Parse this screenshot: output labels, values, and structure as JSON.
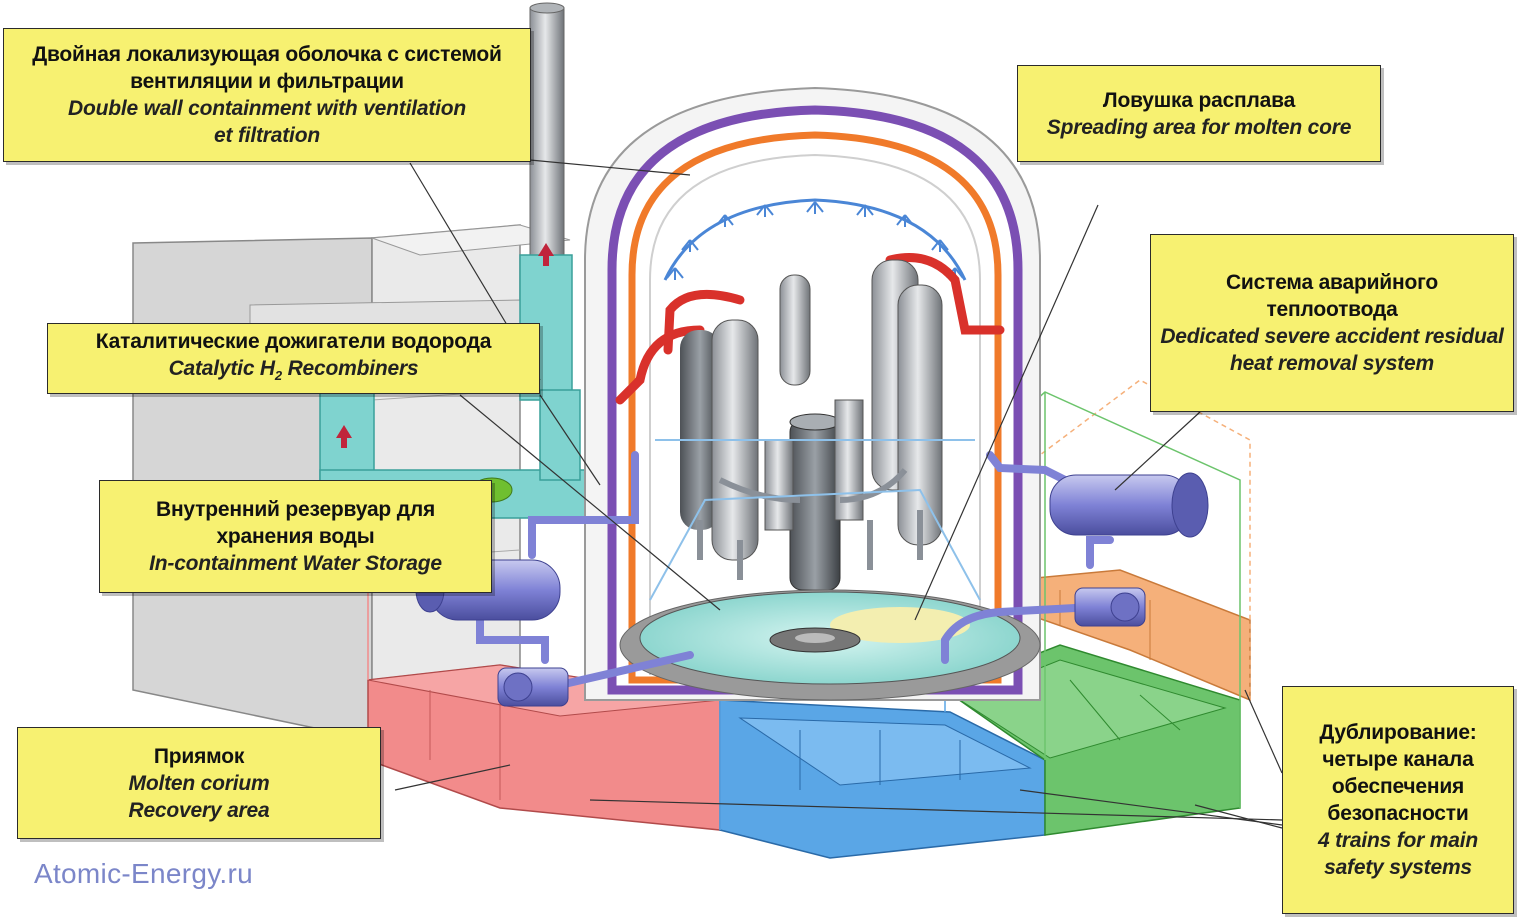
{
  "callouts": {
    "containment": {
      "ru": [
        "Двойная локализующая оболочка с системой",
        "вентиляции и фильтрации"
      ],
      "en": [
        "Double wall containment with ventilation",
        "et filtration"
      ]
    },
    "core_catcher": {
      "ru": [
        "Ловушка расплава"
      ],
      "en": [
        "Spreading area for molten core"
      ]
    },
    "heat_removal": {
      "ru": [
        "Система аварийного",
        "теплоотвода"
      ],
      "en": [
        "Dedicated severe accident residual",
        "heat removal system"
      ]
    },
    "recombiners": {
      "ru": [
        "Каталитические дожигатели водорода"
      ],
      "en_prefix": "Catalytic H",
      "en_sub": "2",
      "en_suffix": " Recombiners"
    },
    "water_storage": {
      "ru": [
        "Внутренний резервуар для",
        "хранения воды"
      ],
      "en": [
        "In-containment Water Storage"
      ]
    },
    "sump": {
      "ru": [
        "Приямок"
      ],
      "en": [
        "Molten corium",
        "Recovery area"
      ]
    },
    "redundancy": {
      "ru": [
        "Дублирование:",
        "четыре канала",
        "обеспечения",
        "безопасности"
      ],
      "en": [
        "4 trains for main",
        "safety systems"
      ]
    }
  },
  "watermark": "Atomic-Energy.ru",
  "colors": {
    "callout_bg": "#f7f171",
    "outer_dome": "#7b4fb3",
    "inner_dome": "#f07a2a",
    "spray": "#4a86d6",
    "hot_pipe": "#d9312b",
    "cooling_pipe": "#7f82d6",
    "train_red": "#f28b8b",
    "train_blue": "#5aa6e6",
    "train_green": "#6cc46c",
    "train_orange": "#f5b07a",
    "duct": "#7fd3cf",
    "water": "#a8e6e0",
    "watermark": "#7b86c9"
  }
}
